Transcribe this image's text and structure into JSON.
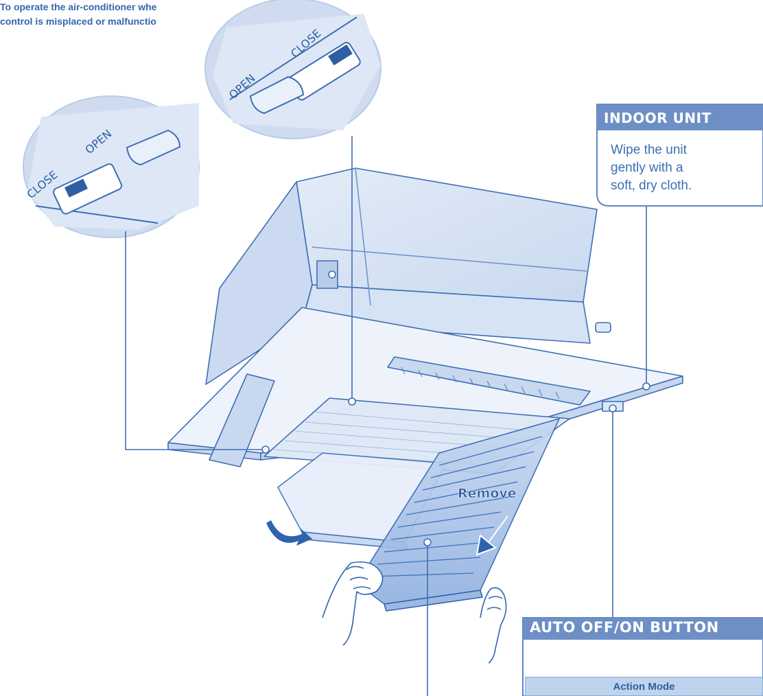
{
  "indoor_unit": {
    "title": "INDOOR UNIT",
    "description_lines": [
      "Wipe the unit",
      "gently with a",
      "soft, dry cloth."
    ]
  },
  "auto_button": {
    "title": "AUTO OFF/ON BUTTON",
    "description_lines": [
      "To operate the air-conditioner whe",
      "control is misplaced or malfunctio"
    ],
    "table_header": "Action Mode"
  },
  "magnifier_left": {
    "label_close": "CLOSE",
    "label_open": "OPEN"
  },
  "magnifier_right": {
    "label_open": "OPEN",
    "label_close": "CLOSE"
  },
  "grille_label": "Remove",
  "colors": {
    "line": "#3d6eb5",
    "fill_light": "#dfe9f6",
    "fill_mid": "#c5d6ee",
    "title_bg": "#6d8fc5"
  }
}
